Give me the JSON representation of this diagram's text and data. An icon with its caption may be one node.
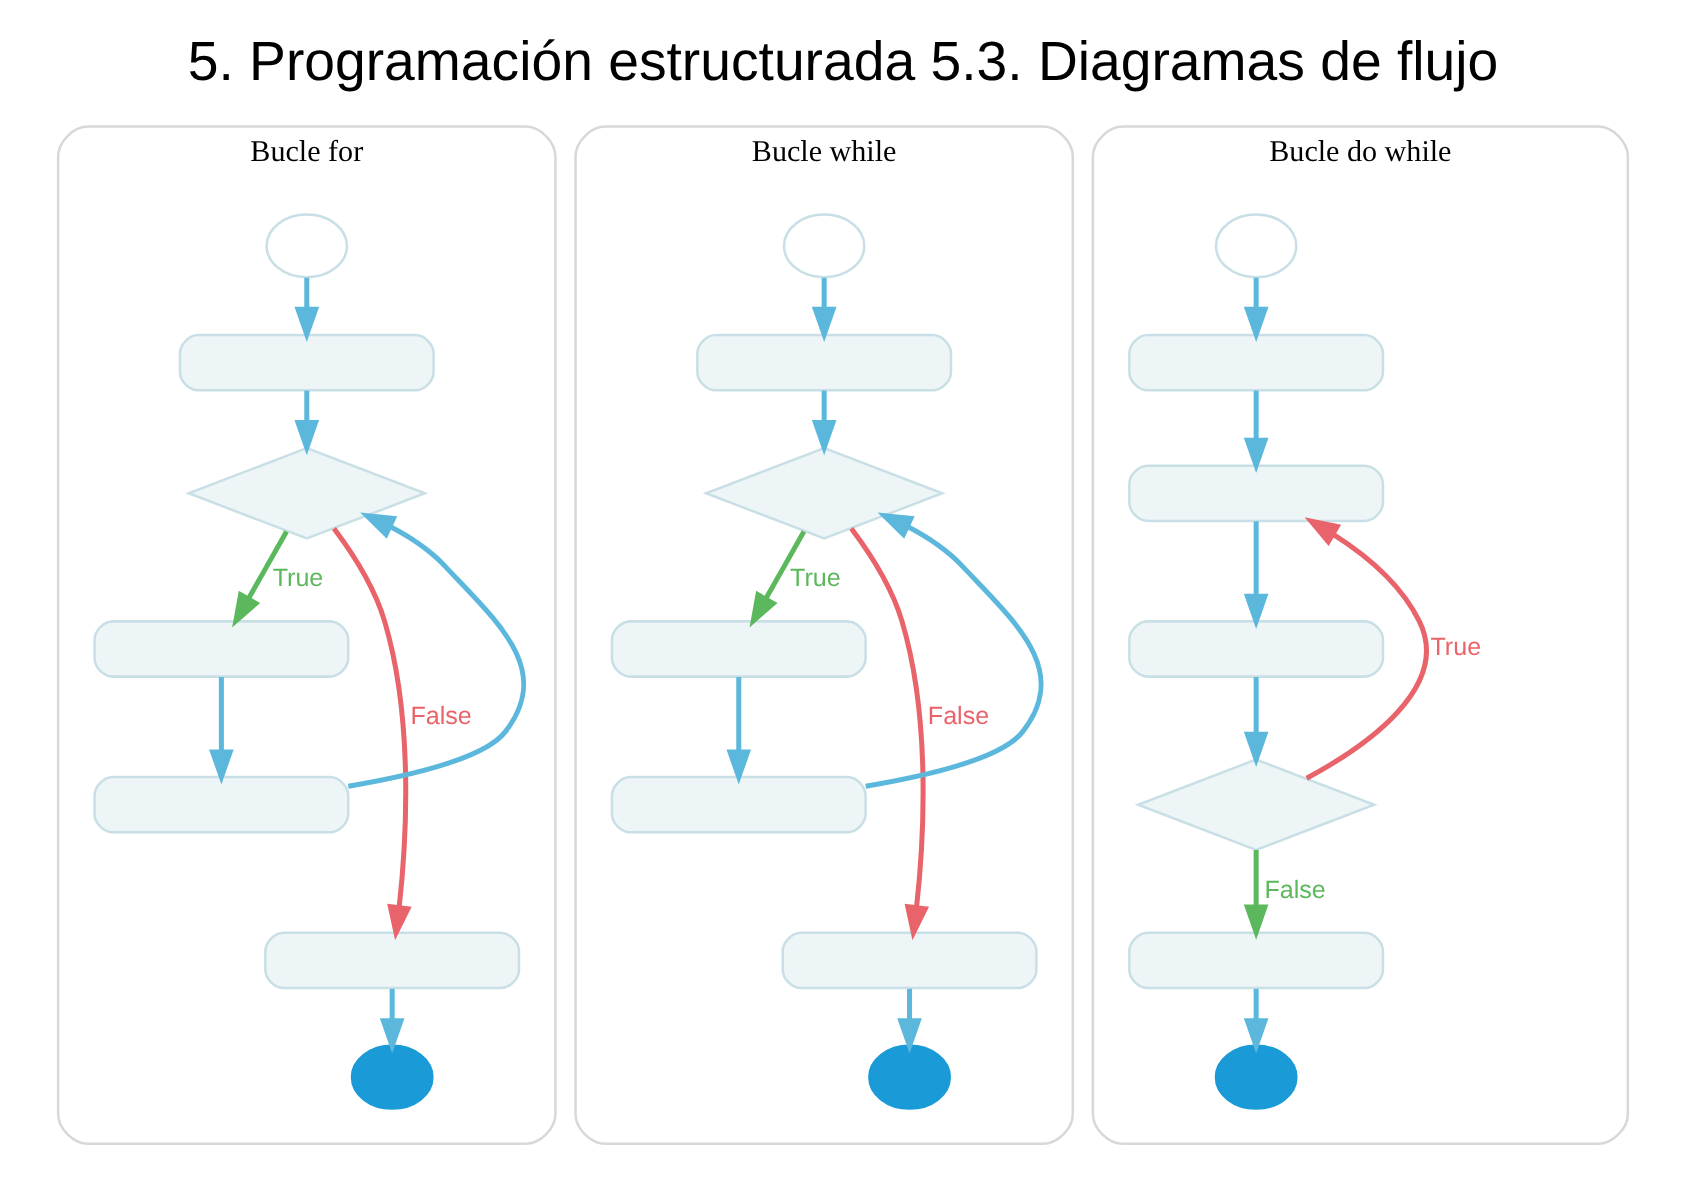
{
  "diagram": {
    "title": "5. Programación estructurada 5.3. Diagramas de flujo",
    "nodes": [
      {
        "text": [
          "Bucle for"
        ]
      },
      {
        "text": [],
        "shape": "circle",
        "in": 0
      },
      {
        "text": [],
        "shape": "box",
        "in": 0
      },
      {
        "text": [],
        "shape": "diamond",
        "in": 0
      },
      {
        "text": [],
        "shape": "box",
        "in": 0
      },
      {
        "text": [],
        "shape": "box",
        "in": 0
      },
      {
        "text": [],
        "shape": "box",
        "in": 0
      },
      {
        "text": [],
        "shape": "circle",
        "in": 0
      },
      {
        "text": [
          "Bucle while"
        ]
      },
      {
        "text": [],
        "shape": "circle",
        "in": 8
      },
      {
        "text": [],
        "shape": "box",
        "in": 8
      },
      {
        "text": [],
        "shape": "diamond",
        "in": 8
      },
      {
        "text": [],
        "shape": "box",
        "in": 8
      },
      {
        "text": [],
        "shape": "box",
        "in": 8
      },
      {
        "text": [],
        "shape": "box",
        "in": 8
      },
      {
        "text": [],
        "shape": "circle",
        "in": 8
      },
      {
        "text": [
          "Bucle do while"
        ]
      },
      {
        "text": [],
        "shape": "circle",
        "in": 16
      },
      {
        "text": [],
        "shape": "box",
        "in": 16
      },
      {
        "text": [],
        "shape": "box",
        "in": 16
      },
      {
        "text": [],
        "shape": "box",
        "in": 16
      },
      {
        "text": [],
        "shape": "diamond",
        "in": 16
      },
      {
        "text": [],
        "shape": "box",
        "in": 16
      },
      {
        "text": [],
        "shape": "circle",
        "in": 16
      }
    ],
    "edges": [
      {
        "from": 1,
        "to": 2,
        "arrow": "to"
      },
      {
        "from": 2,
        "to": 3,
        "arrow": "to"
      },
      {
        "from": 3,
        "to": 4,
        "arrow": "to",
        "label": "True",
        "color": "#5cb85c"
      },
      {
        "from": 4,
        "to": 5,
        "arrow": "to"
      },
      {
        "from": 5,
        "to": 3,
        "arrow": "to"
      },
      {
        "from": 3,
        "to": 6,
        "arrow": "to",
        "label": "False",
        "color": "#e8636a"
      },
      {
        "from": 6,
        "to": 7,
        "arrow": "to"
      },
      {
        "from": 9,
        "to": 10,
        "arrow": "to"
      },
      {
        "from": 10,
        "to": 11,
        "arrow": "to"
      },
      {
        "from": 11,
        "to": 12,
        "arrow": "to",
        "label": "True",
        "color": "#5cb85c"
      },
      {
        "from": 12,
        "to": 13,
        "arrow": "to"
      },
      {
        "from": 13,
        "to": 11,
        "arrow": "to"
      },
      {
        "from": 11,
        "to": 14,
        "arrow": "to",
        "label": "False",
        "color": "#e8636a"
      },
      {
        "from": 14,
        "to": 15,
        "arrow": "to"
      },
      {
        "from": 17,
        "to": 18,
        "arrow": "to"
      },
      {
        "from": 18,
        "to": 19,
        "arrow": "to"
      },
      {
        "from": 19,
        "to": 20,
        "arrow": "to"
      },
      {
        "from": 20,
        "to": 21,
        "arrow": "to"
      },
      {
        "from": 21,
        "to": 19,
        "arrow": "to",
        "label": "True",
        "color": "#e8636a"
      },
      {
        "from": 21,
        "to": 22,
        "arrow": "to",
        "label": "False",
        "color": "#5cb85c"
      },
      {
        "from": 22,
        "to": 23,
        "arrow": "to"
      }
    ]
  }
}
